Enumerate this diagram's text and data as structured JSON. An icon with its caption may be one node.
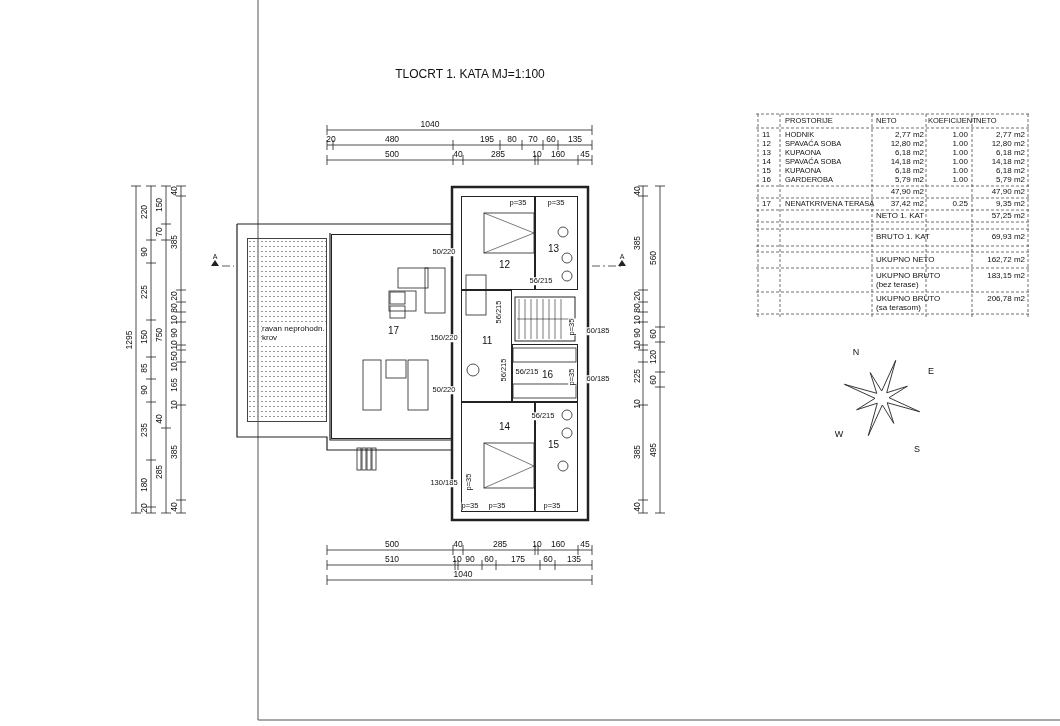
{
  "diagram": {
    "title": "TLOCRT 1. KATA MJ=1:100",
    "nodes": [
      {
        "text": [
          "ravan neprohodn. krov"
        ]
      },
      {
        "text": [
          "17"
        ]
      },
      {
        "text": [
          "12"
        ]
      },
      {
        "text": [
          "13"
        ]
      },
      {
        "text": [
          "11"
        ]
      },
      {
        "text": [
          "16"
        ]
      },
      {
        "text": [
          "14"
        ]
      },
      {
        "text": [
          "15"
        ]
      }
    ],
    "labels": [
      "1040",
      "20",
      "480",
      "195",
      "80",
      "70",
      "60",
      "135",
      "500",
      "40",
      "285",
      "10",
      "160",
      "45",
      "1295",
      "220",
      "90",
      "225",
      "150",
      "85",
      "90",
      "235",
      "180",
      "20",
      "150",
      "70",
      "750",
      "40",
      "285",
      "40",
      "385",
      "20",
      "80",
      "10",
      "90",
      "10",
      "50",
      "10",
      "165",
      "10",
      "385",
      "40",
      "A",
      "A",
      "40",
      "385",
      "20",
      "80",
      "10",
      "90",
      "10",
      "225",
      "10",
      "385",
      "40",
      "560",
      "60",
      "120",
      "60",
      "495",
      "500",
      "40",
      "285",
      "10",
      "160",
      "45",
      "510",
      "10",
      "90",
      "60",
      "175",
      "60",
      "135",
      "1040",
      "p=35",
      "p=35",
      "50/220",
      "56/215",
      "56/215",
      "150/220",
      "p=35",
      "60/185",
      "56/215",
      "56/215",
      "p=35",
      "60/185",
      "50/220",
      "56/215",
      "130/185",
      "p=35",
      "p=35",
      "p=35",
      "p=35",
      "PROSTORIJE",
      "NETO",
      "KOEFICIJENT",
      "NETO",
      "11",
      "HODNIK",
      "2,77 m2",
      "1.00",
      "2,77 m2",
      "12",
      "SPAVAĆA SOBA",
      "12,80 m2",
      "1.00",
      "12,80 m2",
      "13",
      "KUPAONA",
      "6,18 m2",
      "1.00",
      "6,18 m2",
      "14",
      "SPAVAĆA SOBA",
      "14,18 m2",
      "1.00",
      "14,18 m2",
      "15",
      "KUPAONA",
      "6,18 m2",
      "1.00",
      "6,18 m2",
      "16",
      "GARDEROBA",
      "5,79 m2",
      "1.00",
      "5,79 m2",
      "47,90 m2",
      "47,90 m2",
      "17",
      "NENATKRIVENA TERASA",
      "37,42 m2",
      "0.25",
      "9,35 m2",
      "NETO 1. KAT",
      "57,25 m2",
      "BRUTO 1. KAT",
      "69,93 m2",
      "UKUPNO NETO",
      "162,72 m2",
      "UKUPNO BRUTO (bez terase)",
      "183,15 m2",
      "UKUPNO BRUTO (sa terasom)",
      "206,78 m2",
      "N",
      "E",
      "S",
      "W"
    ]
  }
}
